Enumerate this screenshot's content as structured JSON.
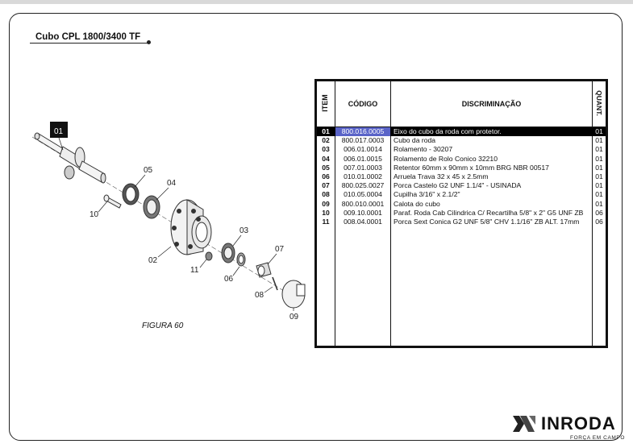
{
  "title": "Cubo CPL 1800/3400 TF",
  "figure_label": "FIGURA 60",
  "callouts": {
    "c01": "01",
    "c02": "02",
    "c03": "03",
    "c04": "04",
    "c05": "05",
    "c06": "06",
    "c07": "07",
    "c08": "08",
    "c09": "09",
    "c10": "10",
    "c11": "11"
  },
  "table": {
    "headers": {
      "item": "ITEM",
      "codigo": "CÓDIGO",
      "discriminacao": "DISCRIMINAÇÃO",
      "quant": "QUANT."
    },
    "rows": [
      {
        "item": "01",
        "codigo": "800.016.0005",
        "desc": "Eixo do cubo da roda com protetor.",
        "quant": "01"
      },
      {
        "item": "02",
        "codigo": "800.017.0003",
        "desc": "Cubo da roda",
        "quant": "01"
      },
      {
        "item": "03",
        "codigo": "006.01.0014",
        "desc": "Rolamento - 30207",
        "quant": "01"
      },
      {
        "item": "04",
        "codigo": "006.01.0015",
        "desc": "Rolamento de Rolo Conico 32210",
        "quant": "01"
      },
      {
        "item": "05",
        "codigo": "007.01.0003",
        "desc": "Retentor 60mm x 90mm x 10mm BRG NBR 00517",
        "quant": "01"
      },
      {
        "item": "06",
        "codigo": "010.01.0002",
        "desc": "Arruela Trava 32 x 45 x 2.5mm",
        "quant": "01"
      },
      {
        "item": "07",
        "codigo": "800.025.0027",
        "desc": "Porca Castelo G2 UNF 1.1/4\" - USINADA",
        "quant": "01"
      },
      {
        "item": "08",
        "codigo": "010.05.0004",
        "desc": "Cupilha 3/16\" x 2.1/2\"",
        "quant": "01"
      },
      {
        "item": "09",
        "codigo": "800.010.0001",
        "desc": "Calota do cubo",
        "quant": "01"
      },
      {
        "item": "10",
        "codigo": "009.10.0001",
        "desc": "Paraf. Roda Cab Cilindrica C/ Recartilha 5/8\" x 2\" G5 UNF ZB",
        "quant": "06"
      },
      {
        "item": "11",
        "codigo": "008.04.0001",
        "desc": "Porca Sext Conica G2 UNF 5/8\" CHV 1.1/16\" ZB ALT. 17mm",
        "quant": "06"
      }
    ]
  },
  "logo": {
    "name": "INRODA",
    "tagline": "FORÇA EM CAMPO"
  }
}
